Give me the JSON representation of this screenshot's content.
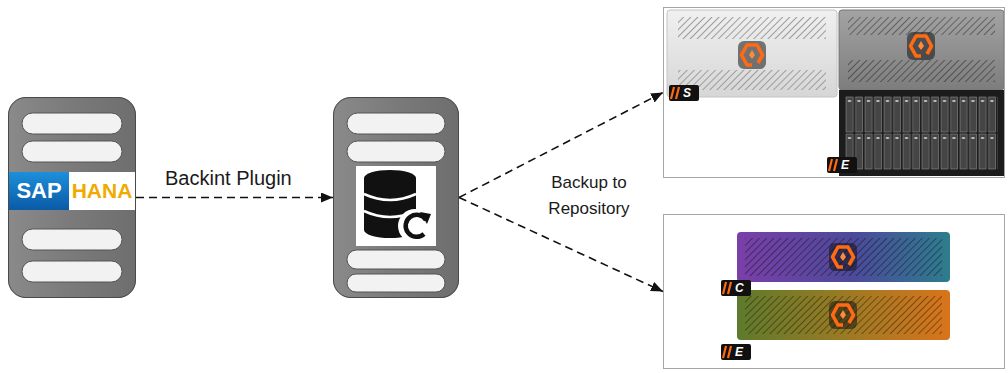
{
  "diagram": {
    "nodes": [
      {
        "text": [
          "SAP",
          "HANA"
        ]
      },
      {
        "text": []
      },
      {
        "text": [
          "S",
          "E"
        ]
      },
      {
        "text": [
          "C",
          "E"
        ]
      }
    ],
    "edges": [
      {
        "from": 0,
        "to": 1,
        "arrow": "to",
        "label": "Backint Plugin"
      },
      {
        "from": 1,
        "to": 2,
        "arrow": "to"
      },
      {
        "from": 1,
        "to": 3,
        "arrow": "to"
      }
    ],
    "labels": [
      "Backup to Repository"
    ]
  }
}
